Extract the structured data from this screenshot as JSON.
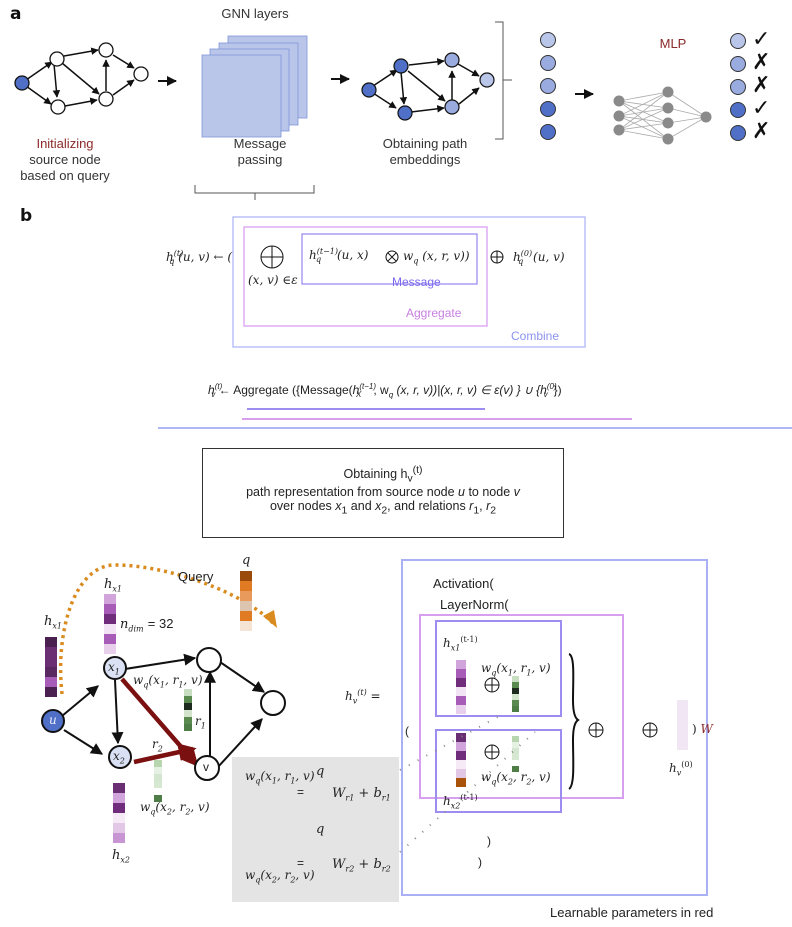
{
  "panel_a": {
    "label": "a",
    "gnn_layers_title": "GNN layers",
    "step1": {
      "highlight": "Initializing",
      "line2": "source node",
      "line3": "based on query"
    },
    "step2": {
      "line1": "Message",
      "line2": "passing"
    },
    "step3": {
      "line1": "Obtaining path",
      "line2": "embeddings"
    },
    "mlp_label": "MLP",
    "predictions": [
      {
        "node_color": "#b9c6ea",
        "result": "✓",
        "name": "correct"
      },
      {
        "node_color": "#9aabe0",
        "result": "✗",
        "name": "wrong"
      },
      {
        "node_color": "#9aabe0",
        "result": "✗",
        "name": "wrong"
      },
      {
        "node_color": "#5070c8",
        "result": "✓",
        "name": "correct"
      },
      {
        "node_color": "#5070c8",
        "result": "✗",
        "name": "wrong"
      }
    ],
    "embedding_colors": [
      "#b9c6ea",
      "#9aabe0",
      "#9aabe0",
      "#5070c8",
      "#5070c8"
    ]
  },
  "panel_b": {
    "label": "b",
    "formula1": {
      "lhs": "h",
      "lhs_sup": "(t)",
      "lhs_sub": "q",
      "lhs_args": "(u, v) ← (",
      "aggregate_under": "(x, v) ∈ε",
      "msg_h": "h",
      "msg_h_sup": "(t−1)",
      "msg_h_sub": "q",
      "msg_h_args": "(u, x)",
      "msg_w": "w",
      "msg_w_sub": "q",
      "msg_w_args": "(x, r, v))",
      "combine_h": "h",
      "combine_h_sup": "(0)",
      "combine_h_sub": "q",
      "combine_h_args": "(u, v)",
      "message_label": "Message",
      "aggregate_label": "Aggregate",
      "combine_label": "Combine"
    },
    "formula2": "h_v^(t) ← Aggregate ({Message(h_X^(t−1), w_q (x, r, v))|(x, r, v) ∈ ε(v) } ∪ {h_v^(0)})",
    "formula2_parts": {
      "h": "h",
      "h_sup": "(t)",
      "h_sub": "v",
      "arrow_agg": " ← Aggregate ({Message(",
      "hx": "h",
      "hx_sup": "(t−1)",
      "hx_sub": "X",
      "w_part": ", w",
      "w_sub": "q",
      "rest": " (x, r, v))|(x, r, v) ∈ ε(v) } ∪ {",
      "h0": "h",
      "h0_sup": "(0)",
      "h0_sub": "v",
      "end": "})"
    },
    "description": {
      "line1_prefix": "Obtaining h",
      "line1_sub": "v",
      "line1_sup": "(t)",
      "line2_a": "path representation from source node ",
      "line2_u": "u",
      "line2_b": " to node ",
      "line2_v": "v",
      "line3_a": "over nodes ",
      "line3_x1": "x",
      "line3_x1_sub": "1",
      "line3_b": " and ",
      "line3_x2": "x",
      "line3_x2_sub": "2",
      "line3_c": ", and relations ",
      "line3_r1": "r",
      "line3_r1_sub": "1",
      "line3_d": ", ",
      "line3_r2": "r",
      "line3_r2_sub": "2"
    },
    "graph": {
      "query_label": "Query",
      "q_label": "q",
      "hx1_label": "h",
      "hx1_sub": "x1",
      "hx2_sub": "x2",
      "ndim_label": "n",
      "ndim_sub": "dim",
      "ndim_value": "= 32",
      "node_u": "u",
      "node_x1": "x",
      "node_x1_sub": "1",
      "node_x2": "x",
      "node_x2_sub": "2",
      "node_v": "v",
      "r1": "r",
      "r1_sub": "1",
      "r2": "r",
      "r2_sub": "2",
      "wq1": "w",
      "wq_sub": "q",
      "wq1_args_a": "(x",
      "wq1_args_sub": "1",
      "wq1_args_b": ", r",
      "wq1_args_sub2": "1",
      "wq1_args_c": ", v)",
      "wq2_args_sub": "2",
      "wq2_args_sub2": "2"
    },
    "colors": {
      "query_vec": [
        "#9a4a0a",
        "#e07b24",
        "#e89a5c",
        "#dcc4ae",
        "#e07b24",
        "#f5e3d3"
      ],
      "hx1_left": [
        "#4a2050",
        "#6a2e72",
        "#6a2e72",
        "#5a2860",
        "#a75cb8",
        "#4a2050"
      ],
      "hx1_top": [
        "#d1a5dc",
        "#a75cb8",
        "#6f2d7c",
        "#f2e4f4",
        "#a75cb8",
        "#e8cfec"
      ],
      "hx2": [
        "#6a2e72",
        "#d1a5dc",
        "#6f2d7c",
        "#f5eaf5",
        "#e2c7e6",
        "#c796d2"
      ],
      "hx2_inner": [
        "#6a2e72",
        "#d1a5dc",
        "#6f2d7c",
        "#f5eaf5",
        "#e2c7e6",
        "#a8520a"
      ],
      "w_r1": [
        "#c7dec0",
        "#5a8a50",
        "#1e2a1e",
        "#d2e5cc",
        "#5a8a50",
        "#4e7e46"
      ],
      "w_r2": [
        "#b7d5ae",
        "#e5f1e2",
        "#d3e6cf",
        "#d6e8d2",
        "#ffffff",
        "#4e7e46"
      ],
      "h0": "#f1e6f3",
      "message_box": "#9c8ef0",
      "aggregate_box": "#d89ef0",
      "combine_box": "#b0b7f7",
      "red_arrow": "#7a1010",
      "query_arrow": "#d98b1f",
      "source_node": "#5070c8",
      "x_node": "#dbe1f4"
    },
    "weights": {
      "eq1_lhs": "w",
      "eq1_args": "(x",
      "eq_sign": "=",
      "W_r1": "W",
      "W_r1_sub": "r1",
      "plus": " + ",
      "b_r1": "b",
      "b_r1_sub": "r1",
      "W_r2_sub": "r2",
      "b_r2_sub": "r2",
      "q_label": "q"
    },
    "update": {
      "lhs": "h",
      "lhs_sub": "v",
      "lhs_sup": "(t)",
      "eq": " =",
      "activation": "Activation(",
      "layernorm": "LayerNorm(",
      "open_paren": "(",
      "close1": ")",
      "close2": ")",
      "hx1_sup": "(t-1)",
      "hx2_sup": "(t-1)",
      "h0_sup": "(0)",
      "W": "W",
      "close_w": ")"
    },
    "footer": "Learnable parameters in red"
  }
}
